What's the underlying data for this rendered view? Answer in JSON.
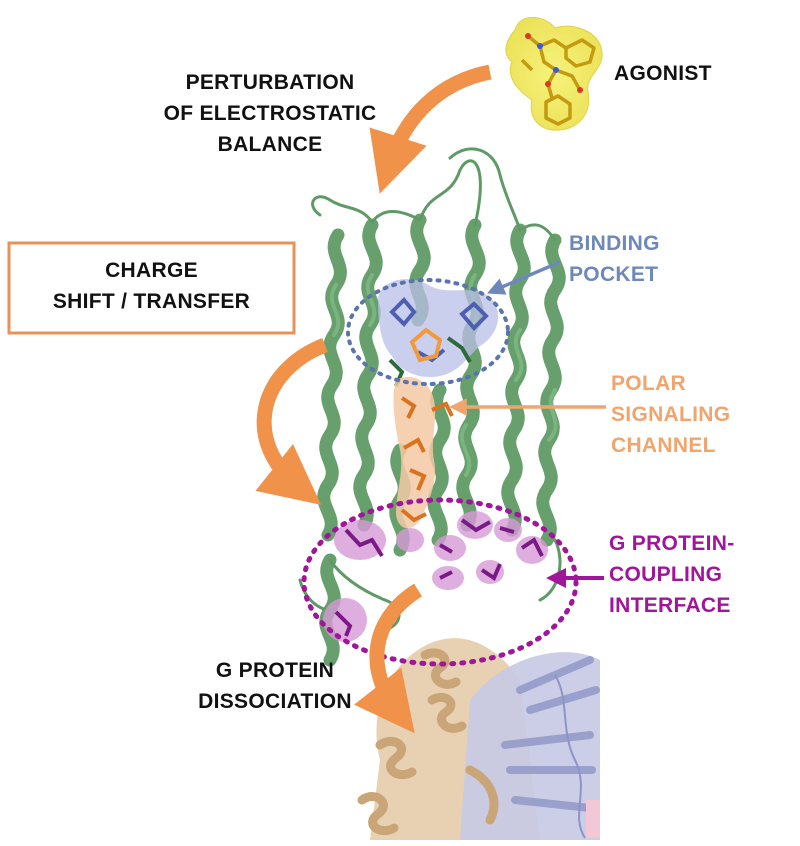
{
  "labels": {
    "agonist": "AGONIST",
    "perturbation": [
      "PERTURBATION",
      "OF ELECTROSTATIC",
      "BALANCE"
    ],
    "charge_shift": [
      "CHARGE",
      "SHIFT / TRANSFER"
    ],
    "binding_pocket": [
      "BINDING",
      "POCKET"
    ],
    "polar_channel": [
      "POLAR",
      "SIGNALING",
      "CHANNEL"
    ],
    "coupling_interface": [
      "G PROTEIN-",
      "COUPLING",
      "INTERFACE"
    ],
    "dissociation": [
      "G PROTEIN",
      "DISSOCIATION"
    ]
  },
  "colors": {
    "text_dark": "#111111",
    "orange_arrow": "#f0924a",
    "box_border": "#e8925a",
    "binding_blue": "#6e88bc",
    "polar_orange": "#f0a46e",
    "interface_purple": "#a0169a",
    "helix_green": "#6aa870",
    "agonist_yellow": "#f2ec6a",
    "gprotein_tan": "#d9b88a",
    "gprotein_lavender": "#b8bcdc"
  },
  "icons": {
    "agonist": "ligand-molecule-stick-model",
    "receptor": "gpcr-helix-bundle-ribbon",
    "gprotein": "g-protein-ribbon"
  }
}
